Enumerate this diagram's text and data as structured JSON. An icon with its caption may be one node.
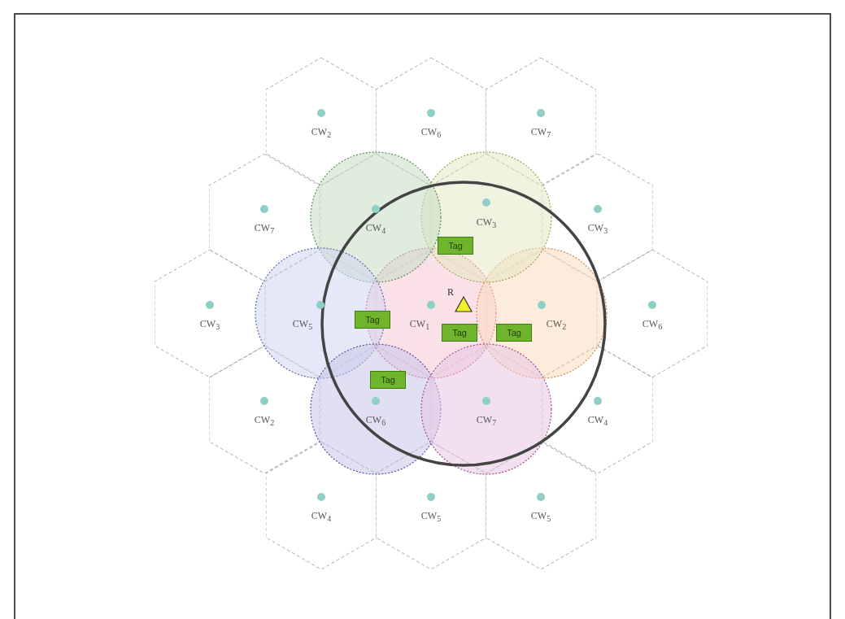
{
  "diagram": {
    "nodes": [
      {
        "text": [
          "CW$_{2}$"
        ]
      },
      {
        "text": [
          "CW$_{6}$"
        ]
      },
      {
        "text": [
          "CW$_{7}$"
        ]
      },
      {
        "text": [
          "CW$_{7}$"
        ]
      },
      {
        "text": [
          "CW$_{4}$"
        ]
      },
      {
        "text": [
          "CW$_{3}$"
        ]
      },
      {
        "text": [
          "CW$_{3}$"
        ]
      },
      {
        "text": [
          "CW$_{3}$"
        ]
      },
      {
        "text": [
          "CW$_{5}$"
        ]
      },
      {
        "text": [
          "CW$_{1}$"
        ]
      },
      {
        "text": [
          "CW$_{2}$"
        ]
      },
      {
        "text": [
          "CW$_{6}$"
        ]
      },
      {
        "text": [
          "CW$_{2}$"
        ]
      },
      {
        "text": [
          "CW$_{6}$"
        ]
      },
      {
        "text": [
          "CW$_{7}$"
        ]
      },
      {
        "text": [
          "CW$_{4}$"
        ]
      },
      {
        "text": [
          "CW$_{4}$"
        ]
      },
      {
        "text": [
          "CW$_{5}$"
        ]
      },
      {
        "text": [
          "CW$_{5}$"
        ]
      },
      {
        "text": [
          "Tag"
        ],
        "in": 5
      },
      {
        "text": [
          "R"
        ],
        "in": 9
      },
      {
        "text": [
          "Tag"
        ]
      },
      {
        "text": [
          "Tag"
        ],
        "in": 9
      },
      {
        "text": [
          "Tag"
        ],
        "in": 10
      },
      {
        "text": [
          "Tag"
        ],
        "in": 13
      }
    ]
  }
}
